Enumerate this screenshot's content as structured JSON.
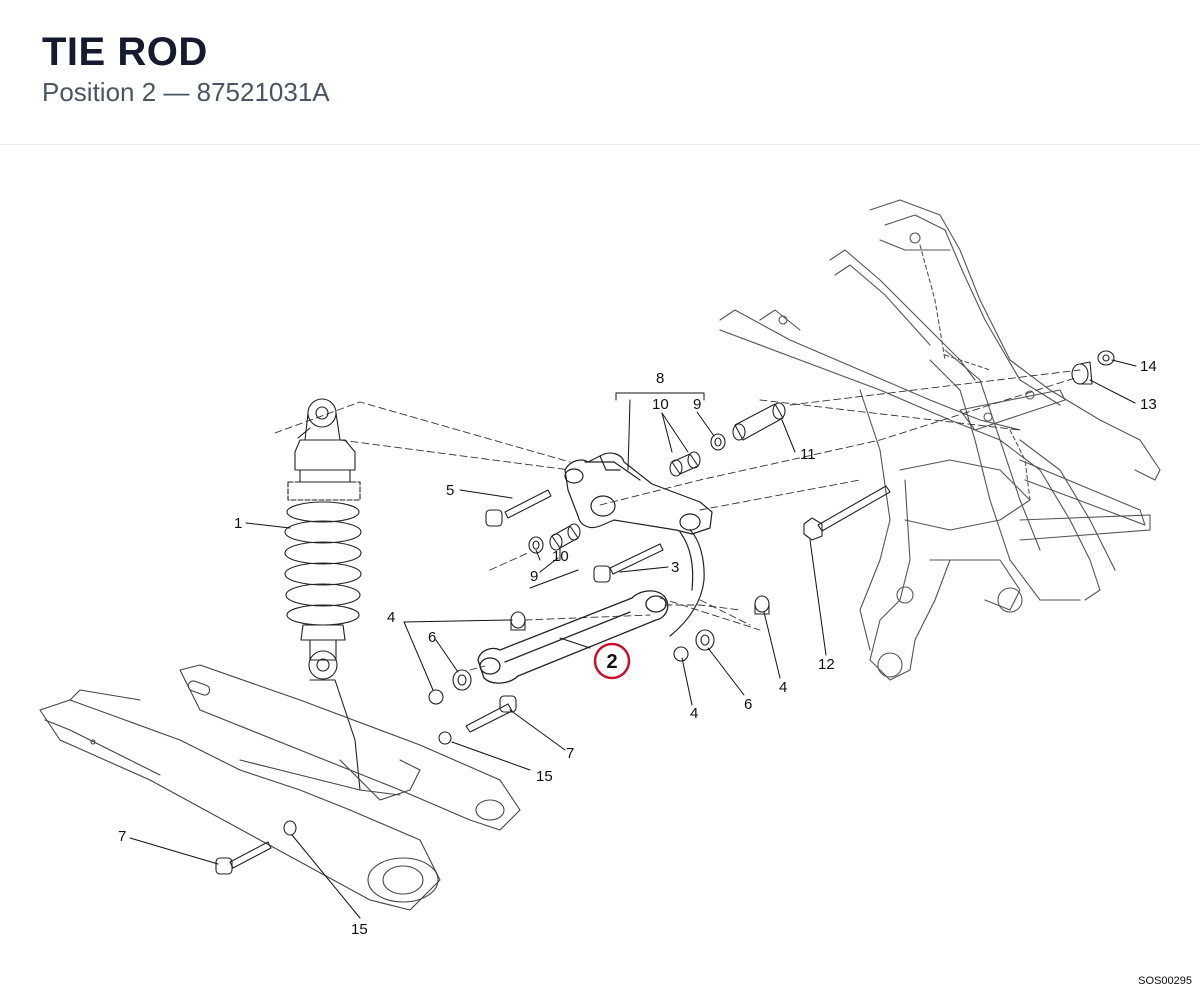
{
  "header": {
    "title": "TIE ROD",
    "subtitle": "Position 2 — 87521031A"
  },
  "diagram": {
    "highlight": {
      "label": "2",
      "color": "#c8102e"
    },
    "callouts": {
      "c1": "1",
      "c3": "3",
      "c4a": "4",
      "c4b": "4",
      "c4c": "4",
      "c5": "5",
      "c6a": "6",
      "c6b": "6",
      "c7a": "7",
      "c7b": "7",
      "c8": "8",
      "c9a": "9",
      "c9b": "9",
      "c10a": "10",
      "c10b": "10",
      "c11": "11",
      "c12": "12",
      "c13": "13",
      "c14": "14",
      "c15a": "15",
      "c15b": "15"
    },
    "reference_code": "SOS00295"
  }
}
